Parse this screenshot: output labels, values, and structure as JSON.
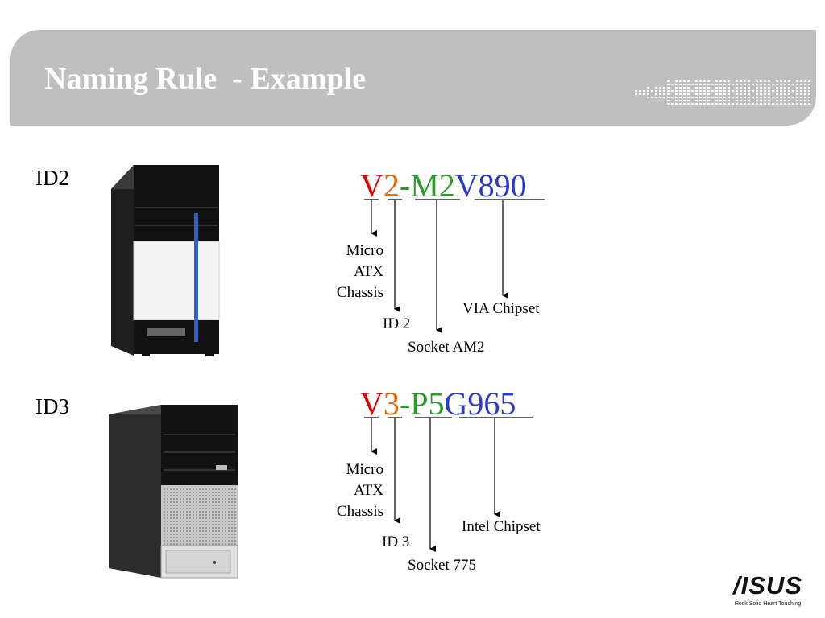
{
  "slide": {
    "title": "Naming Rule  - Example"
  },
  "examples": [
    {
      "id_label": "ID2",
      "code": {
        "part1": "V",
        "part2": "2",
        "part3": "-M2",
        "part4": "V890"
      },
      "desc_chassis": [
        "Micro",
        "ATX",
        "Chassis"
      ],
      "desc_id": "ID 2",
      "desc_socket": "Socket AM2",
      "desc_chipset": "VIA Chipset"
    },
    {
      "id_label": "ID3",
      "code": {
        "part1": "V",
        "part2": "3",
        "part3": "-P5",
        "part4": "G965"
      },
      "desc_chassis": [
        "Micro",
        "ATX",
        "Chassis"
      ],
      "desc_id": "ID 3",
      "desc_socket": "Socket 775",
      "desc_chipset": "Intel Chipset"
    }
  ],
  "logo": {
    "brand": "ASUS",
    "tagline": "Rock Solid   Heart Touching"
  },
  "colors": {
    "header_bg": "#bfbfbf",
    "red": "#e00000",
    "orange": "#e46c0a",
    "green": "#2a9b2a",
    "blue": "#2a39c9"
  }
}
